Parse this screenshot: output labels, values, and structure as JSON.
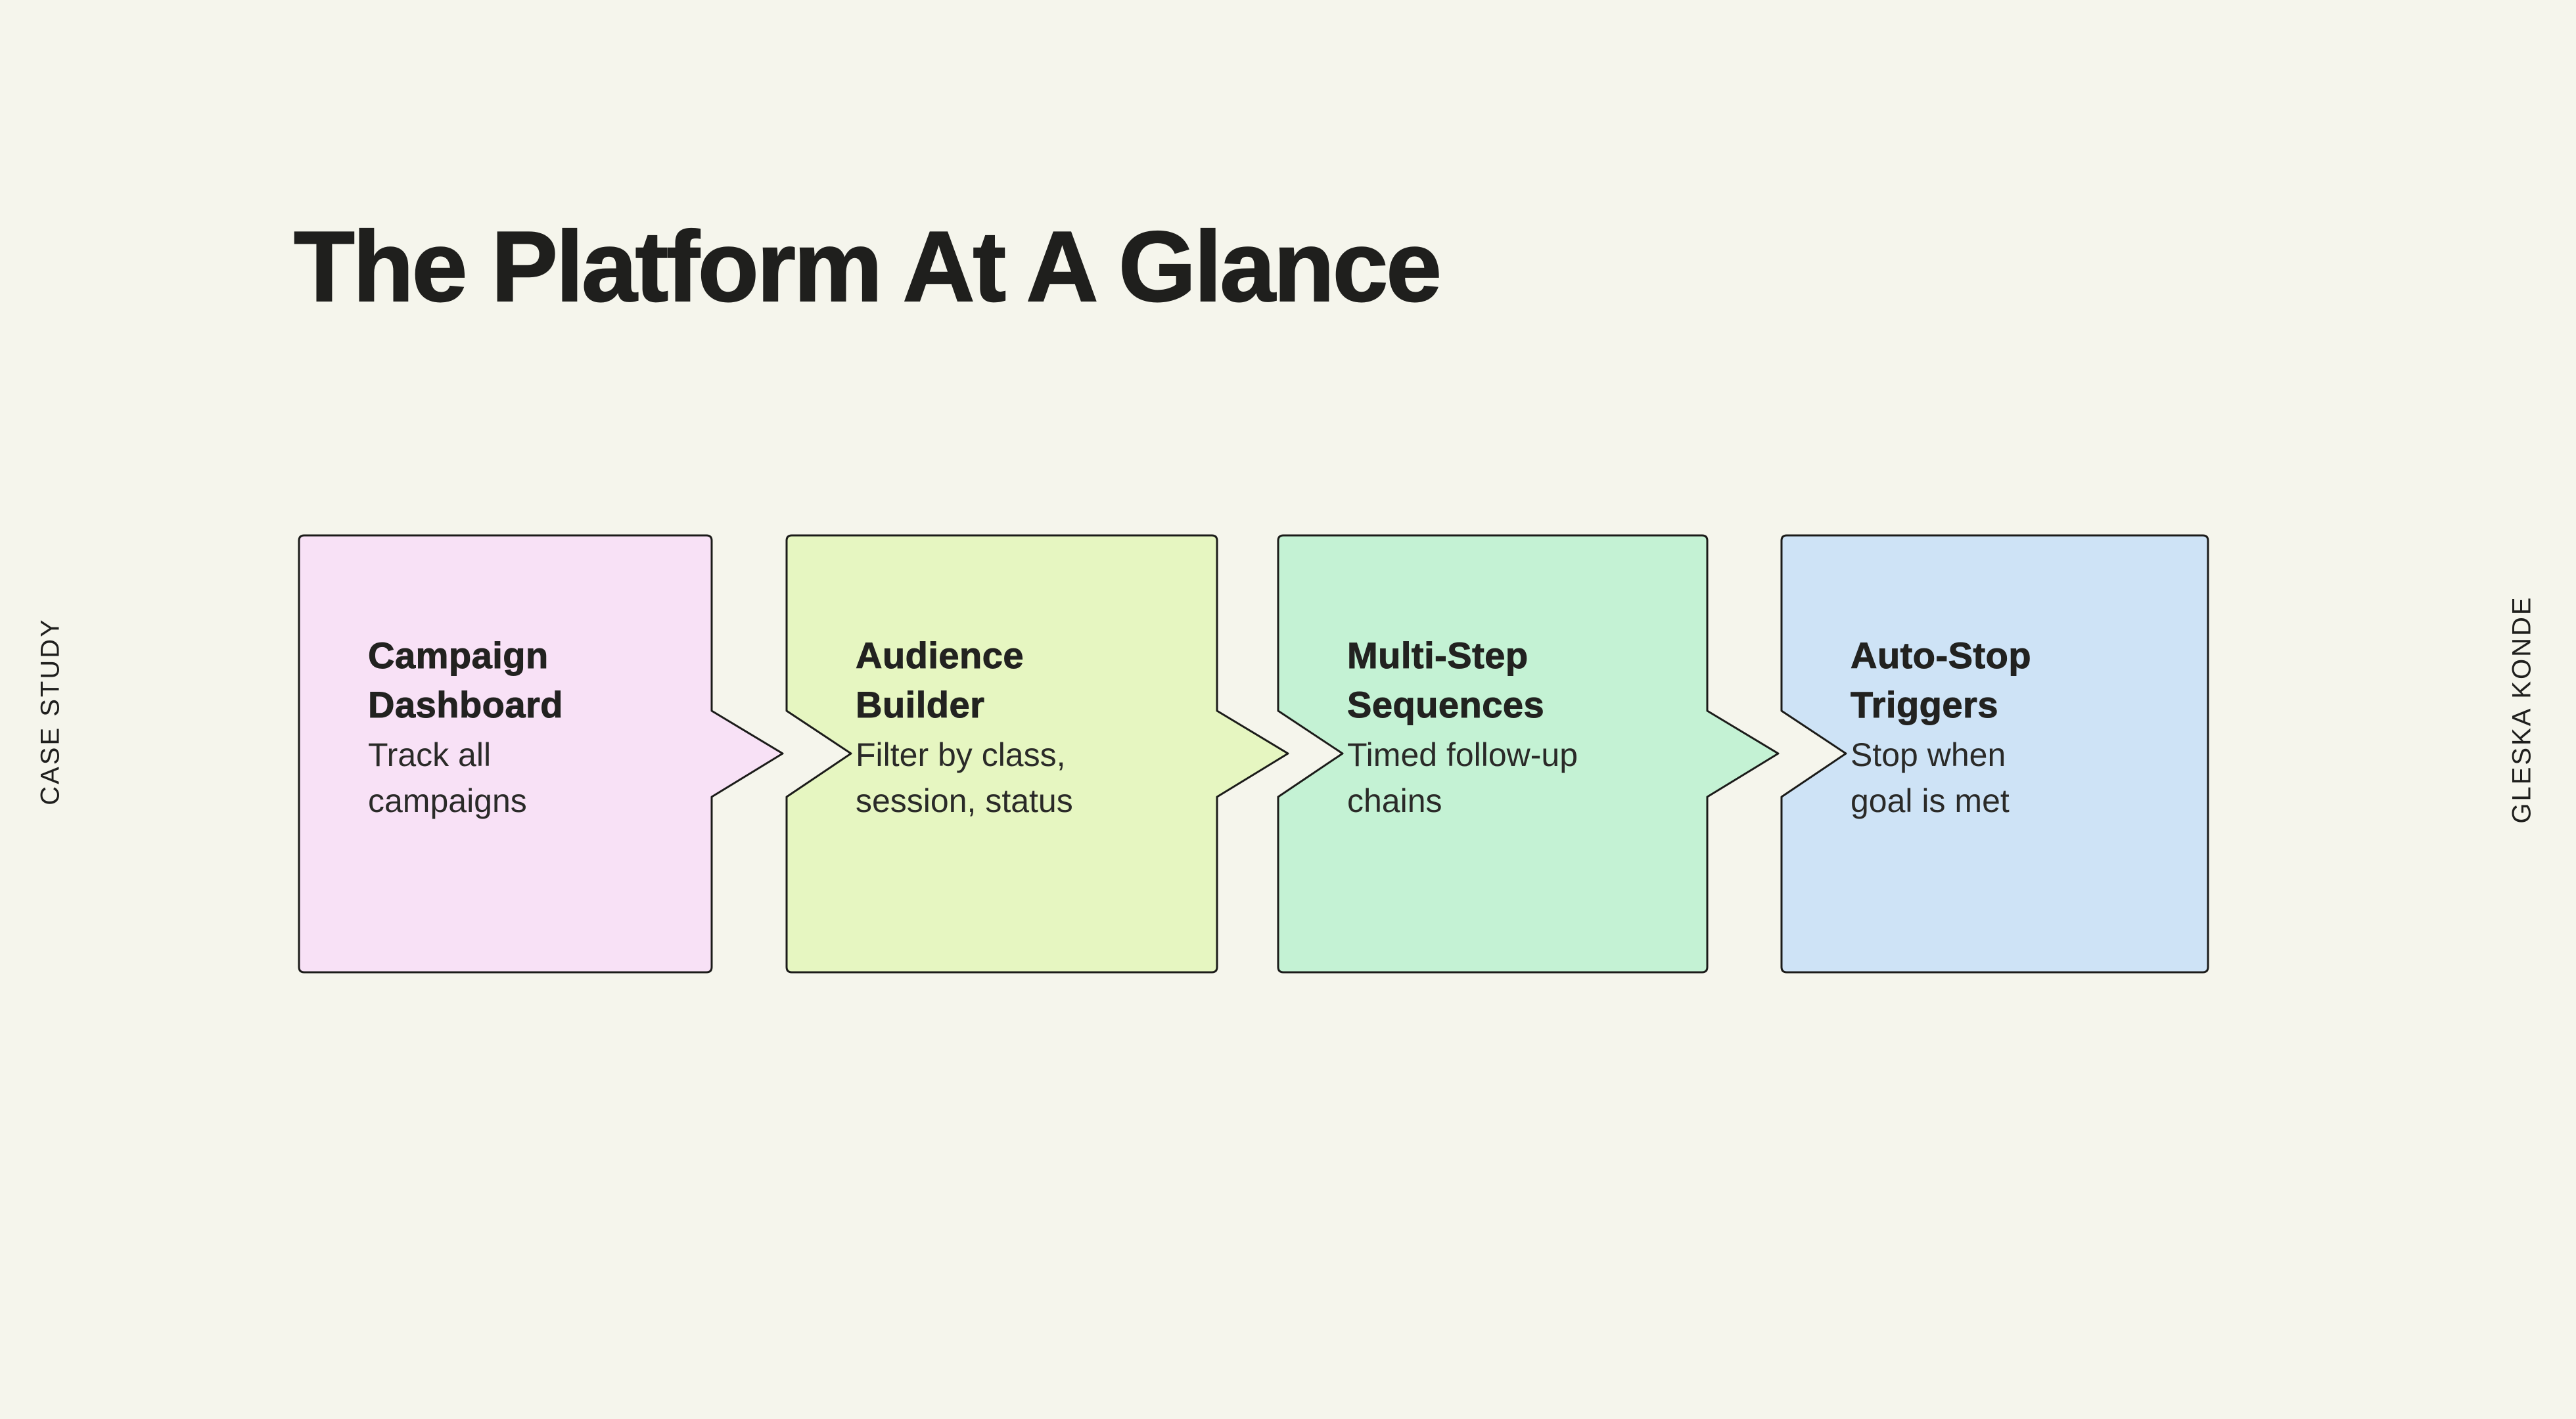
{
  "page": {
    "background": "#F5F5EC",
    "ink": "#1F1F1D",
    "border": "#1B1B19"
  },
  "title": "The Platform At A Glance",
  "side_labels": {
    "left": "CASE STUDY",
    "right": "GLESKA KONDE"
  },
  "steps": [
    {
      "heading": "Campaign\nDashboard",
      "description": "Track all\ncampaigns",
      "color": "#F8E1F6"
    },
    {
      "heading": "Audience\nBuilder",
      "description": "Filter by class,\nsession, status",
      "color": "#E6F6C1"
    },
    {
      "heading": "Multi-Step\nSequences",
      "description": "Timed follow-up\nchains",
      "color": "#C4F2D4"
    },
    {
      "heading": "Auto-Stop\nTriggers",
      "description": "Stop when\ngoal is met",
      "color": "#CEE3F6"
    }
  ]
}
